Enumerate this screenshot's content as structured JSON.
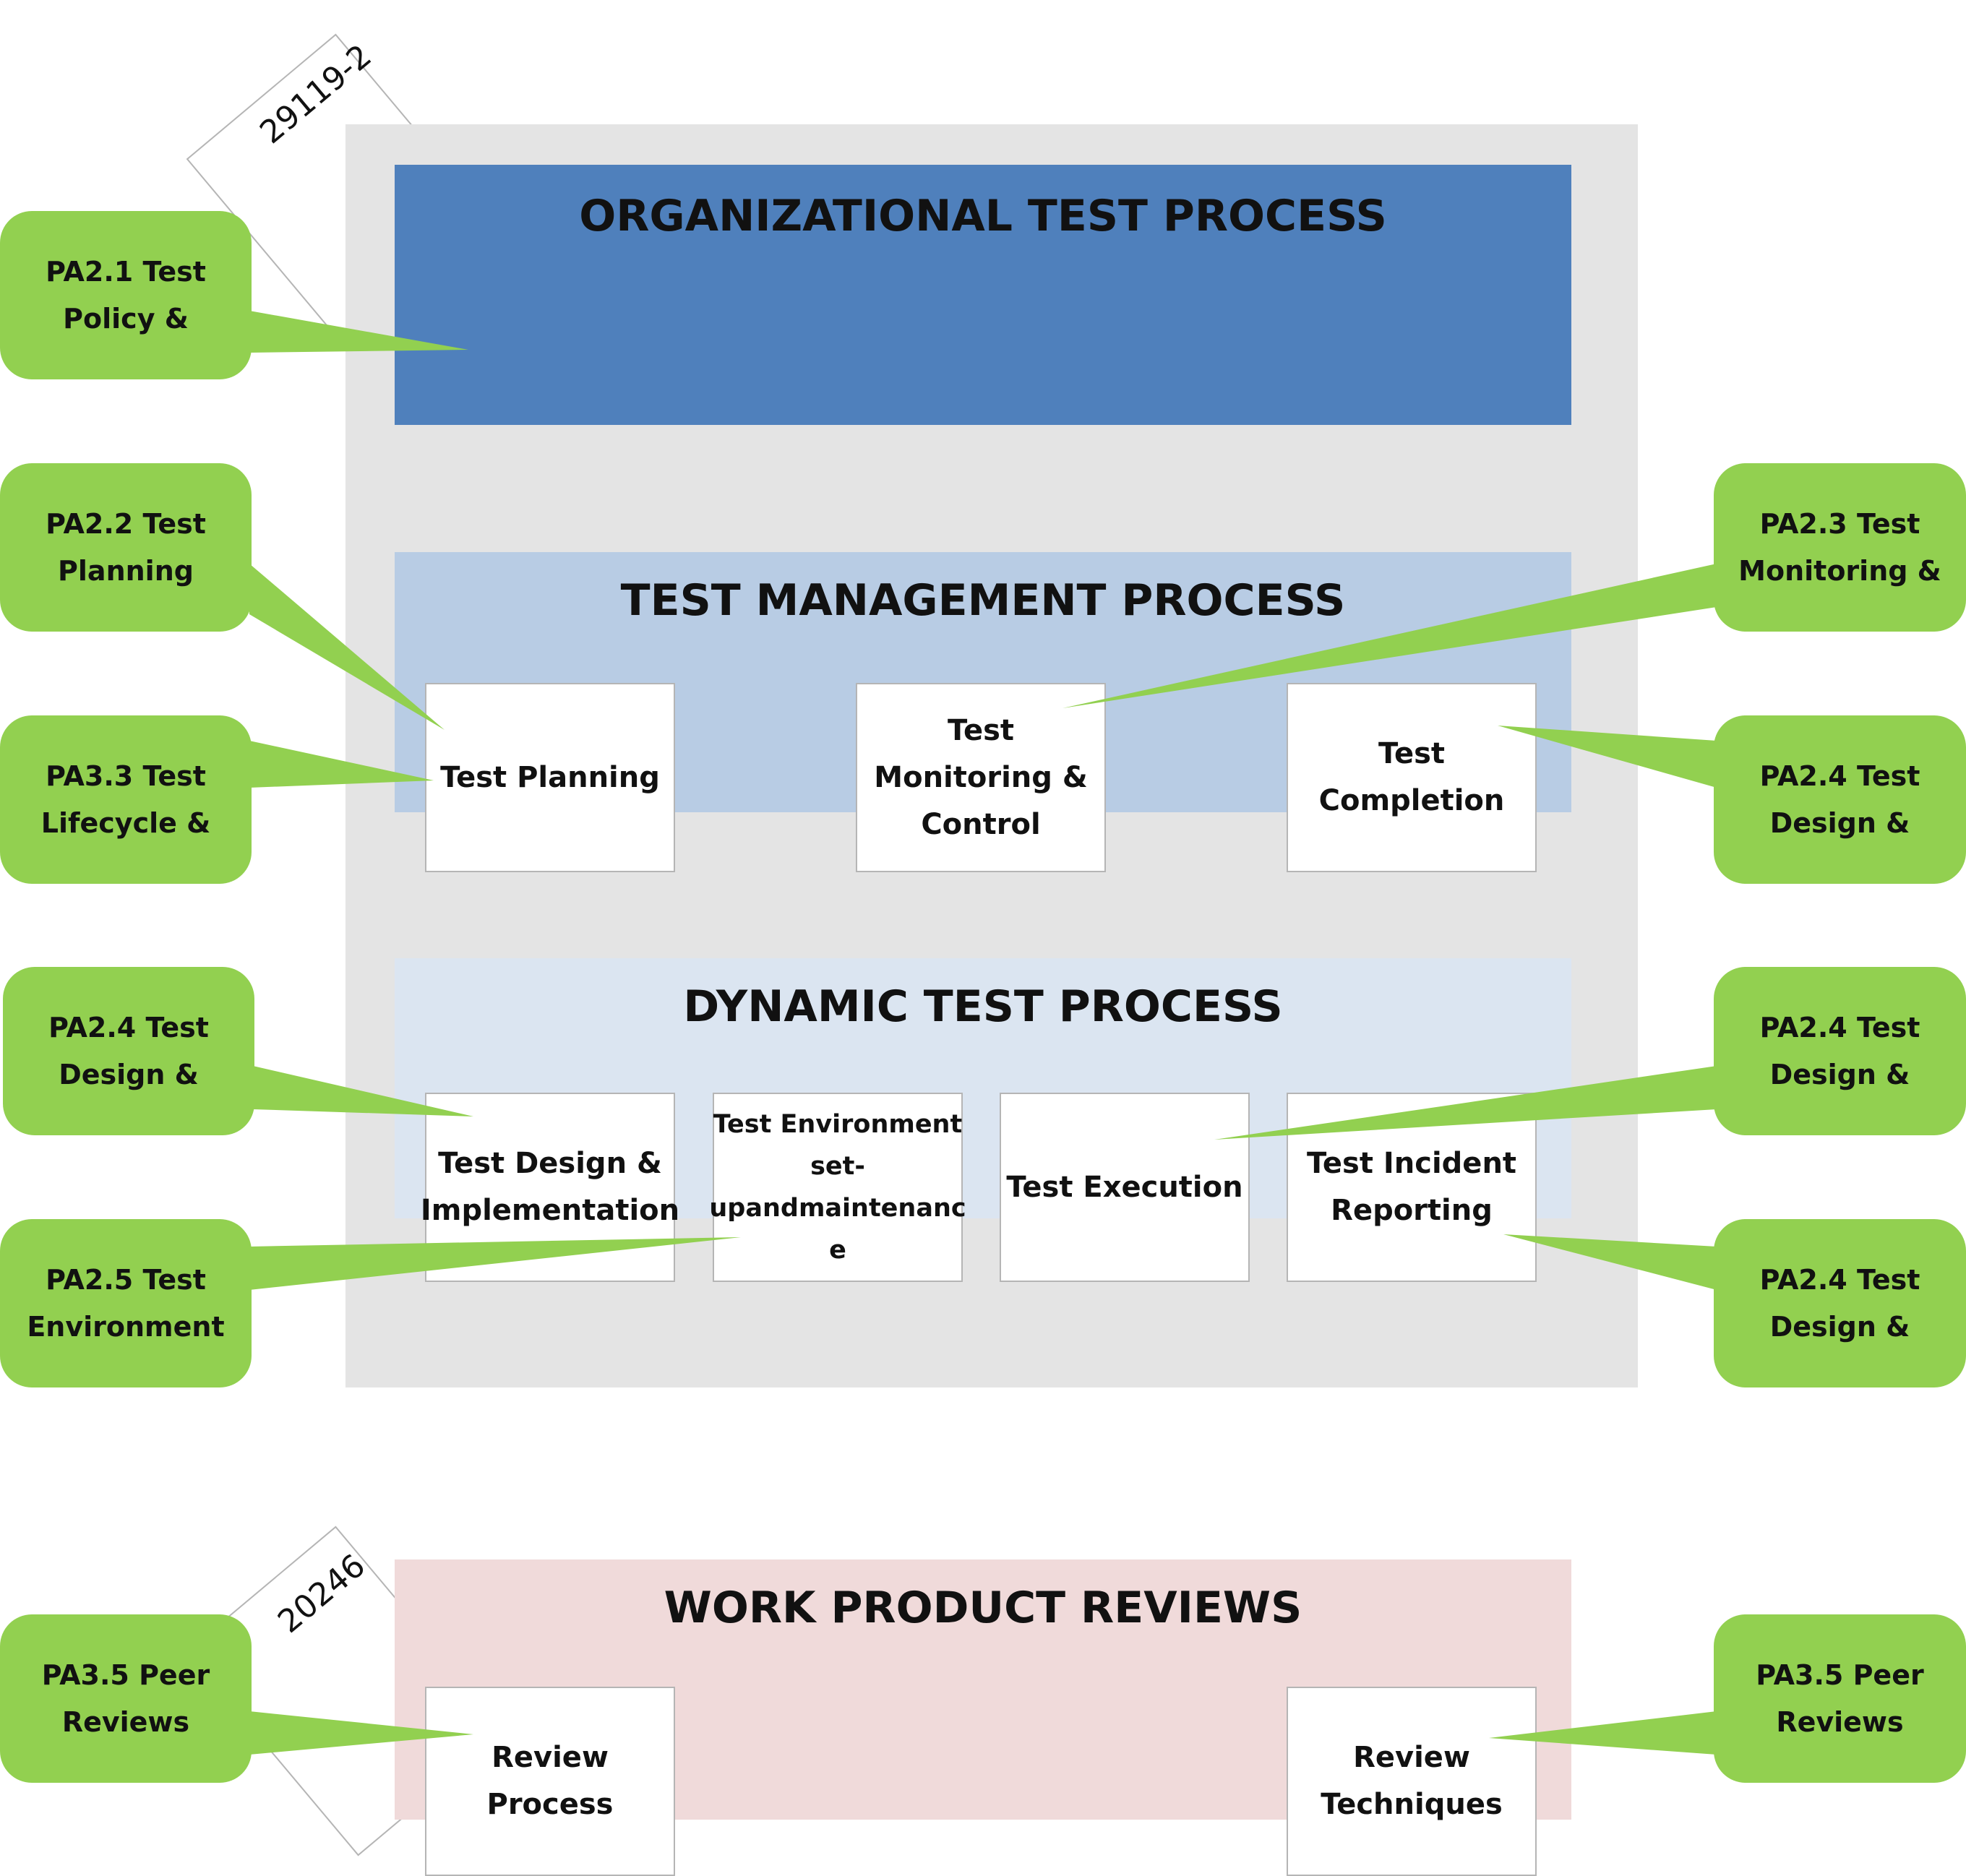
{
  "standards": {
    "std_29119": "29119-2",
    "std_20246": "20246"
  },
  "bands": {
    "organizational": "ORGANIZATIONAL TEST PROCESS",
    "management": "TEST MANAGEMENT PROCESS",
    "dynamic": "DYNAMIC TEST PROCESS",
    "work_product": "WORK PRODUCT REVIEWS"
  },
  "processes": {
    "test_planning": "Test Planning",
    "test_monitoring": "Test Monitoring & Control",
    "test_completion": "Test Completion",
    "test_design": "Test Design & Implementation",
    "test_environment": "Test Environment set-upandmaintenanc e",
    "test_execution": "Test Execution",
    "test_incident": "Test Incident Reporting",
    "review_process": "Review Process",
    "review_techniques": "Review Techniques"
  },
  "callouts": {
    "pa2_1": "PA2.1 Test Policy &",
    "pa2_2": "PA2.2 Test Planning",
    "pa3_3": "PA3.3 Test Lifecycle &",
    "pa2_4_left": "PA2.4 Test Design &",
    "pa2_5": "PA2.5 Test Environment",
    "pa3_5_left": "PA3.5 Peer Reviews",
    "pa2_3": "PA2.3 Test Monitoring &",
    "pa2_4_r1": "PA2.4 Test Design &",
    "pa2_4_r2": "PA2.4 Test Design &",
    "pa2_4_r3": "PA2.4 Test Design &",
    "pa3_5_right": "PA3.5 Peer Reviews"
  },
  "colors": {
    "organizational": "#4f80bc",
    "management": "#b8cce4",
    "dynamic": "#dbe5f1",
    "work_product": "#f0dada",
    "callout": "#92d050",
    "background_panel": "#e4e4e4"
  }
}
